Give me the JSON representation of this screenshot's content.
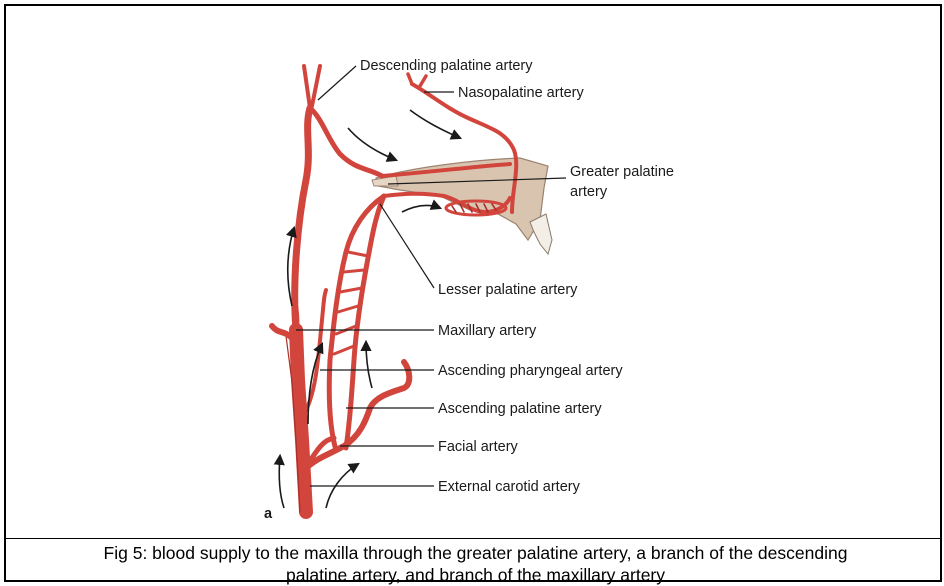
{
  "figure": {
    "panel_letter": "a",
    "labels": {
      "descending_palatine": "Descending palatine artery",
      "nasopalatine": "Nasopalatine artery",
      "greater_palatine_1": "Greater palatine",
      "greater_palatine_2": "artery",
      "lesser_palatine": "Lesser palatine artery",
      "maxillary": "Maxillary artery",
      "ascending_pharyngeal": "Ascending pharyngeal artery",
      "ascending_palatine": "Ascending palatine artery",
      "facial": "Facial artery",
      "external_carotid": "External carotid artery"
    },
    "colors": {
      "artery": "#d2453c",
      "artery_dark": "#a8302a",
      "bone": "#d9c4b0",
      "bone_edge": "#9c8470",
      "tooth": "#f3eee6",
      "arrow": "#1a1a1a"
    }
  },
  "caption": {
    "line1": "Fig 5: blood supply to the maxilla through the greater palatine artery, a branch of the descending",
    "line2": "palatine artery, and branch of the maxillary artery"
  }
}
